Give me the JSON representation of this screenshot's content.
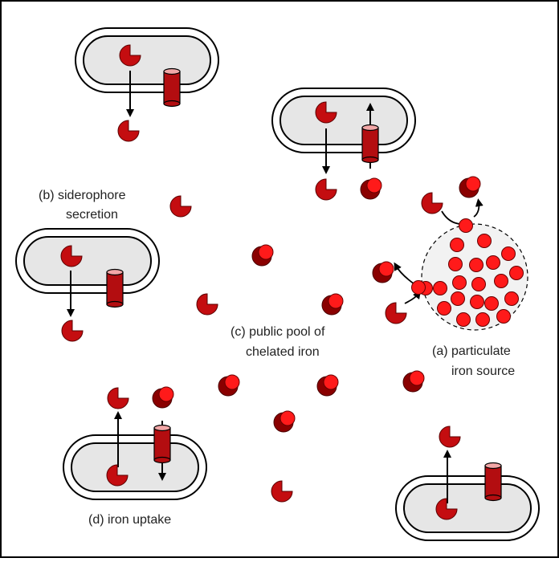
{
  "labels": {
    "siderophore_secretion_line1": "(b) siderophore",
    "siderophore_secretion_line2": "secretion",
    "public_pool_line1": "(c) public pool of",
    "public_pool_line2": "chelated iron",
    "particulate_line1": "(a) particulate",
    "particulate_line2": "iron source",
    "iron_uptake": "(d) iron uptake"
  },
  "colors": {
    "siderophore": "#c40d10",
    "siderophore_shade": "#8a0000",
    "iron": "#ff1a1a",
    "cell_fill": "#e6e6e6",
    "transporter": "#b30d10",
    "transporter_top": "#f2a7a7",
    "particle_fill": "#f2f2f2"
  },
  "icons": {
    "siderophore": "pacman-siderophore-icon",
    "iron_bound_siderophore": "chelated-iron-icon",
    "iron_particle": "iron-ion-icon",
    "transporter": "cylinder-transporter-icon",
    "bacterium": "rod-shaped-cell-icon"
  }
}
